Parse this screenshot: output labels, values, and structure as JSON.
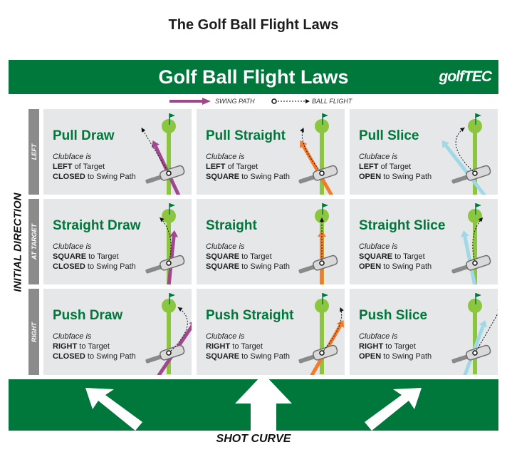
{
  "page": {
    "title": "The Golf Ball Flight Laws"
  },
  "banner": {
    "title": "Golf Ball Flight Laws",
    "logo_text": "golfTEC"
  },
  "legend": {
    "swing_path": "SWING PATH",
    "ball_flight": "BALL FLIGHT"
  },
  "axes": {
    "vertical": "INITIAL DIRECTION",
    "rows": [
      "LEFT",
      "AT TARGET",
      "RIGHT"
    ],
    "horizontal": "SHOT CURVE"
  },
  "colors": {
    "brand_green": "#00773b",
    "target_line": "#8cc63f",
    "swing_path_draw": "#a0478f",
    "swing_path_straight": "#f47b2a",
    "swing_path_slice": "#9fd8e6",
    "cell_bg": "#e6e7e8",
    "row_tab": "#8b8b8b"
  },
  "clubface_lead": "Clubface is",
  "cells": [
    {
      "title": "Pull Draw",
      "target_rel": "LEFT",
      "target_suffix": "of Target",
      "path_rel": "CLOSED",
      "path_suffix": "to Swing Path",
      "flight": "draw",
      "start": "left",
      "path_type": "draw"
    },
    {
      "title": "Pull Straight",
      "target_rel": "LEFT",
      "target_suffix": "of Target",
      "path_rel": "SQUARE",
      "path_suffix": "to Swing Path",
      "flight": "straight",
      "start": "left",
      "path_type": "straight"
    },
    {
      "title": "Pull Slice",
      "target_rel": "LEFT",
      "target_suffix": "of Target",
      "path_rel": "OPEN",
      "path_suffix": "to Swing Path",
      "flight": "slice",
      "start": "left",
      "path_type": "slice"
    },
    {
      "title": "Straight Draw",
      "target_rel": "SQUARE",
      "target_suffix": "to Target",
      "path_rel": "CLOSED",
      "path_suffix": "to Swing Path",
      "flight": "draw",
      "start": "target",
      "path_type": "draw"
    },
    {
      "title": "Straight",
      "target_rel": "SQUARE",
      "target_suffix": "to Target",
      "path_rel": "SQUARE",
      "path_suffix": "to Swing Path",
      "flight": "straight",
      "start": "target",
      "path_type": "straight"
    },
    {
      "title": "Straight Slice",
      "target_rel": "SQUARE",
      "target_suffix": "to Target",
      "path_rel": "OPEN",
      "path_suffix": "to Swing Path",
      "flight": "slice",
      "start": "target",
      "path_type": "slice"
    },
    {
      "title": "Push Draw",
      "target_rel": "RIGHT",
      "target_suffix": "to Target",
      "path_rel": "CLOSED",
      "path_suffix": "to Swing Path",
      "flight": "draw",
      "start": "right",
      "path_type": "draw"
    },
    {
      "title": "Push Straight",
      "target_rel": "RIGHT",
      "target_suffix": "to Target",
      "path_rel": "SQUARE",
      "path_suffix": "to Swing Path",
      "flight": "straight",
      "start": "right",
      "path_type": "straight"
    },
    {
      "title": "Push Slice",
      "target_rel": "RIGHT",
      "target_suffix": "to Target",
      "path_rel": "OPEN",
      "path_suffix": "to Swing Path",
      "flight": "slice",
      "start": "right",
      "path_type": "slice"
    }
  ]
}
